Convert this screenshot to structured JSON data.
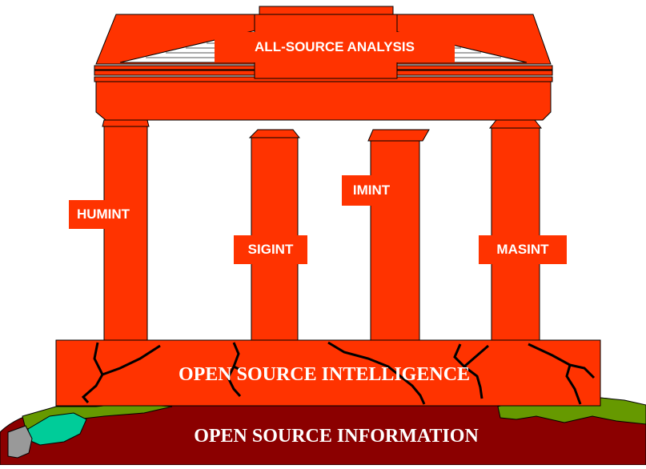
{
  "diagram": {
    "roof_label": "ALL-SOURCE ANALYSIS",
    "pillars": [
      {
        "label": "HUMINT"
      },
      {
        "label": "SIGINT"
      },
      {
        "label": "IMINT"
      },
      {
        "label": "MASINT"
      }
    ],
    "foundation_label": "OPEN SOURCE INTELLIGENCE",
    "ground_label": "OPEN SOURCE INFORMATION"
  },
  "colors": {
    "structure_fill": "#FF3300",
    "outline": "#000000",
    "ground": "#8B0000",
    "ground_patch_green": "#669900",
    "ground_patch_teal": "#00CC99",
    "ground_patch_gray": "#999999",
    "label_text": "#FFFFFF"
  }
}
